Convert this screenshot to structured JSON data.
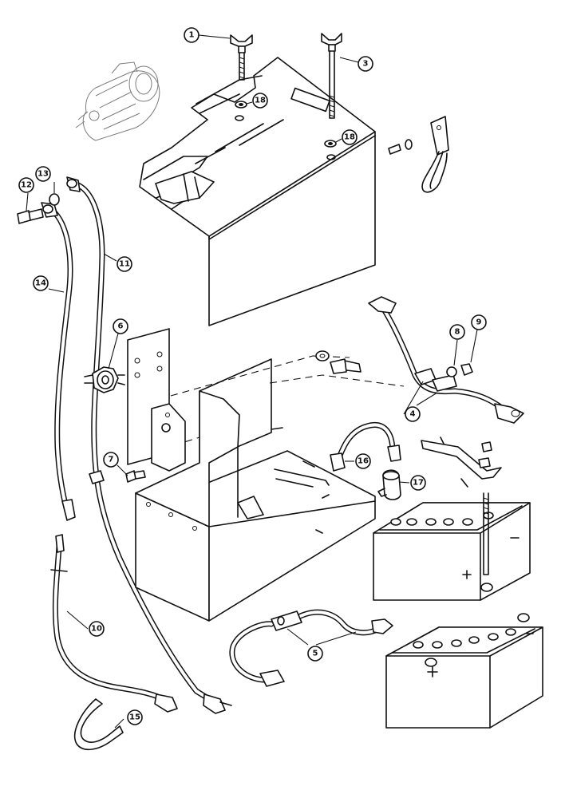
{
  "callouts": [
    {
      "id": "1",
      "label": "1"
    },
    {
      "id": "3",
      "label": "3"
    },
    {
      "id": "18a",
      "label": "18"
    },
    {
      "id": "18b",
      "label": "18"
    },
    {
      "id": "13",
      "label": "13"
    },
    {
      "id": "12",
      "label": "12"
    },
    {
      "id": "11",
      "label": "11"
    },
    {
      "id": "14",
      "label": "14"
    },
    {
      "id": "6",
      "label": "6"
    },
    {
      "id": "8",
      "label": "8"
    },
    {
      "id": "9",
      "label": "9"
    },
    {
      "id": "4",
      "label": "4"
    },
    {
      "id": "7",
      "label": "7"
    },
    {
      "id": "16",
      "label": "16"
    },
    {
      "id": "17",
      "label": "17"
    },
    {
      "id": "10",
      "label": "10"
    },
    {
      "id": "5",
      "label": "5"
    },
    {
      "id": "15",
      "label": "15"
    }
  ]
}
